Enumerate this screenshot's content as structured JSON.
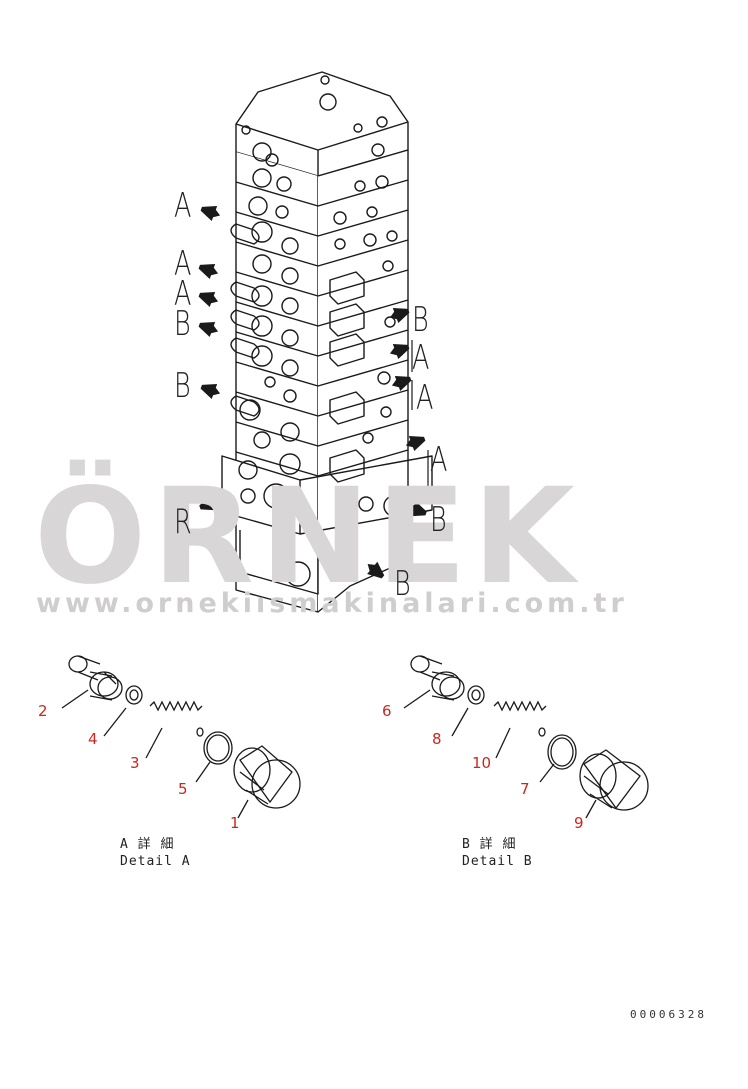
{
  "arrow_labels": {
    "left": [
      "A",
      "A",
      "A",
      "B",
      "B",
      "R"
    ],
    "right": [
      "B",
      "A",
      "A",
      "A",
      "B",
      "B"
    ]
  },
  "detail_a": {
    "title_jp": "A 詳 細",
    "title_en": "Detail A",
    "parts": [
      "2",
      "4",
      "3",
      "5",
      "1"
    ]
  },
  "detail_b": {
    "title_jp": "B 詳 細",
    "title_en": "Detail B",
    "parts": [
      "6",
      "8",
      "10",
      "7",
      "9"
    ]
  },
  "watermark": {
    "brand": "ÖRNEK",
    "url": "www.ornekiısmakinalari.com.tr"
  },
  "doc_number": "00006328",
  "colors": {
    "part_number": "#c8281e",
    "watermark": "#d8d6d6",
    "watermark_accent": "#f3e3a6",
    "line": "#1a1a1a"
  }
}
